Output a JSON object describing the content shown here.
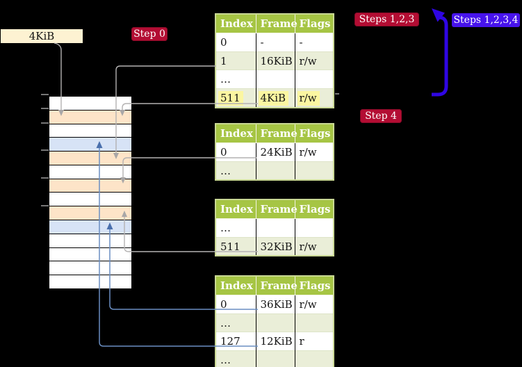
{
  "page_size_label": "4KiB",
  "badges": {
    "step0": "Step 0",
    "steps123": "Steps 1,2,3",
    "steps1234": "Steps 1,2,3,4",
    "step4": "Step 4"
  },
  "colors": {
    "background": "#000000",
    "badge_red": "#b30d33",
    "badge_blue": "#4713ec",
    "big_arrow_blue": "#2f06e3",
    "table_header_green": "#a6c544",
    "table_border_green": "#c9d894",
    "table_row_green": "#eaeed8",
    "highlight_yellow": "#fbf6a1",
    "page_size_box": "#fdf2d2",
    "gray_connector": "#b4b2b2",
    "blue_connector": "#6a8ec2"
  },
  "memory_strip": {
    "rows": [
      "empty",
      "pagetable",
      "empty",
      "page",
      "pagetable",
      "empty",
      "pagetable",
      "empty",
      "pagetable",
      "page",
      "empty",
      "empty",
      "empty",
      "empty"
    ],
    "tick_tops": [
      135,
      155,
      176,
      215,
      255,
      295
    ],
    "kind_colors": {
      "empty": "#ffffff",
      "pagetable": "#fde4c8",
      "page": "#d7e3f6"
    }
  },
  "page_tables": [
    {
      "headers": [
        "Index",
        "Frame",
        "Flags"
      ],
      "rows": [
        [
          "0",
          "-",
          "-"
        ],
        [
          "1",
          "16KiB",
          "r/w"
        ],
        [
          "…",
          "",
          ""
        ],
        [
          "511",
          "4KiB",
          "r/w"
        ]
      ]
    },
    {
      "headers": [
        "Index",
        "Frame",
        "Flags"
      ],
      "rows": [
        [
          "0",
          "24KiB",
          "r/w"
        ],
        [
          "…",
          "",
          ""
        ]
      ]
    },
    {
      "headers": [
        "Index",
        "Frame",
        "Flags"
      ],
      "rows": [
        [
          "…",
          "",
          ""
        ],
        [
          "511",
          "32KiB",
          "r/w"
        ]
      ]
    },
    {
      "headers": [
        "Index",
        "Frame",
        "Flags"
      ],
      "rows": [
        [
          "0",
          "36KiB",
          "r/w"
        ],
        [
          "…",
          "",
          ""
        ],
        [
          "127",
          "12KiB",
          "r"
        ],
        [
          "…",
          "",
          ""
        ]
      ]
    }
  ]
}
